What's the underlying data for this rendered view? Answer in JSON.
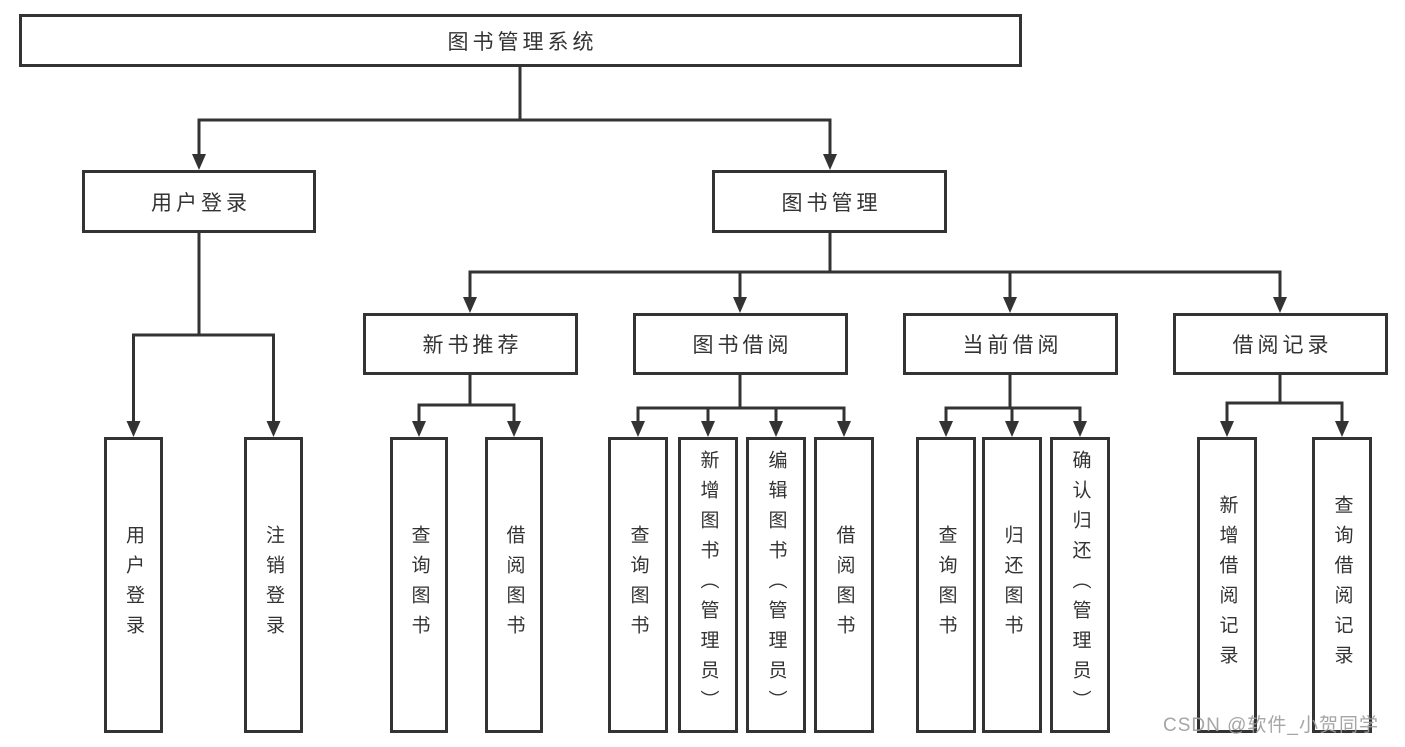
{
  "diagram_title": "图书管理系统",
  "nodes": {
    "root": "图书管理系统",
    "user_login": "用户登录",
    "book_mgmt": "图书管理",
    "new_book_rec": "新书推荐",
    "book_borrow": "图书借阅",
    "current_borrow": "当前借阅",
    "borrow_records": "借阅记录",
    "leaf_user_login": "用户登录",
    "leaf_logout": "注销登录",
    "leaf_rec_query": "查询图书",
    "leaf_rec_borrow": "借阅图书",
    "leaf_bb_query": "查询图书",
    "leaf_bb_add": "新增图书（管理员）",
    "leaf_bb_edit": "编辑图书（管理员）",
    "leaf_bb_borrow": "借阅图书",
    "leaf_cur_query": "查询图书",
    "leaf_cur_return": "归还图书",
    "leaf_cur_confirm": "确认归还（管理员）",
    "leaf_rc_add": "新增借阅记录",
    "leaf_rc_query": "查询借阅记录"
  },
  "watermark": "CSDN @软件_小贺同学",
  "colors": {
    "line": "#333333",
    "text": "#333333",
    "background": "#ffffff",
    "watermark": "#9e9e9e"
  }
}
